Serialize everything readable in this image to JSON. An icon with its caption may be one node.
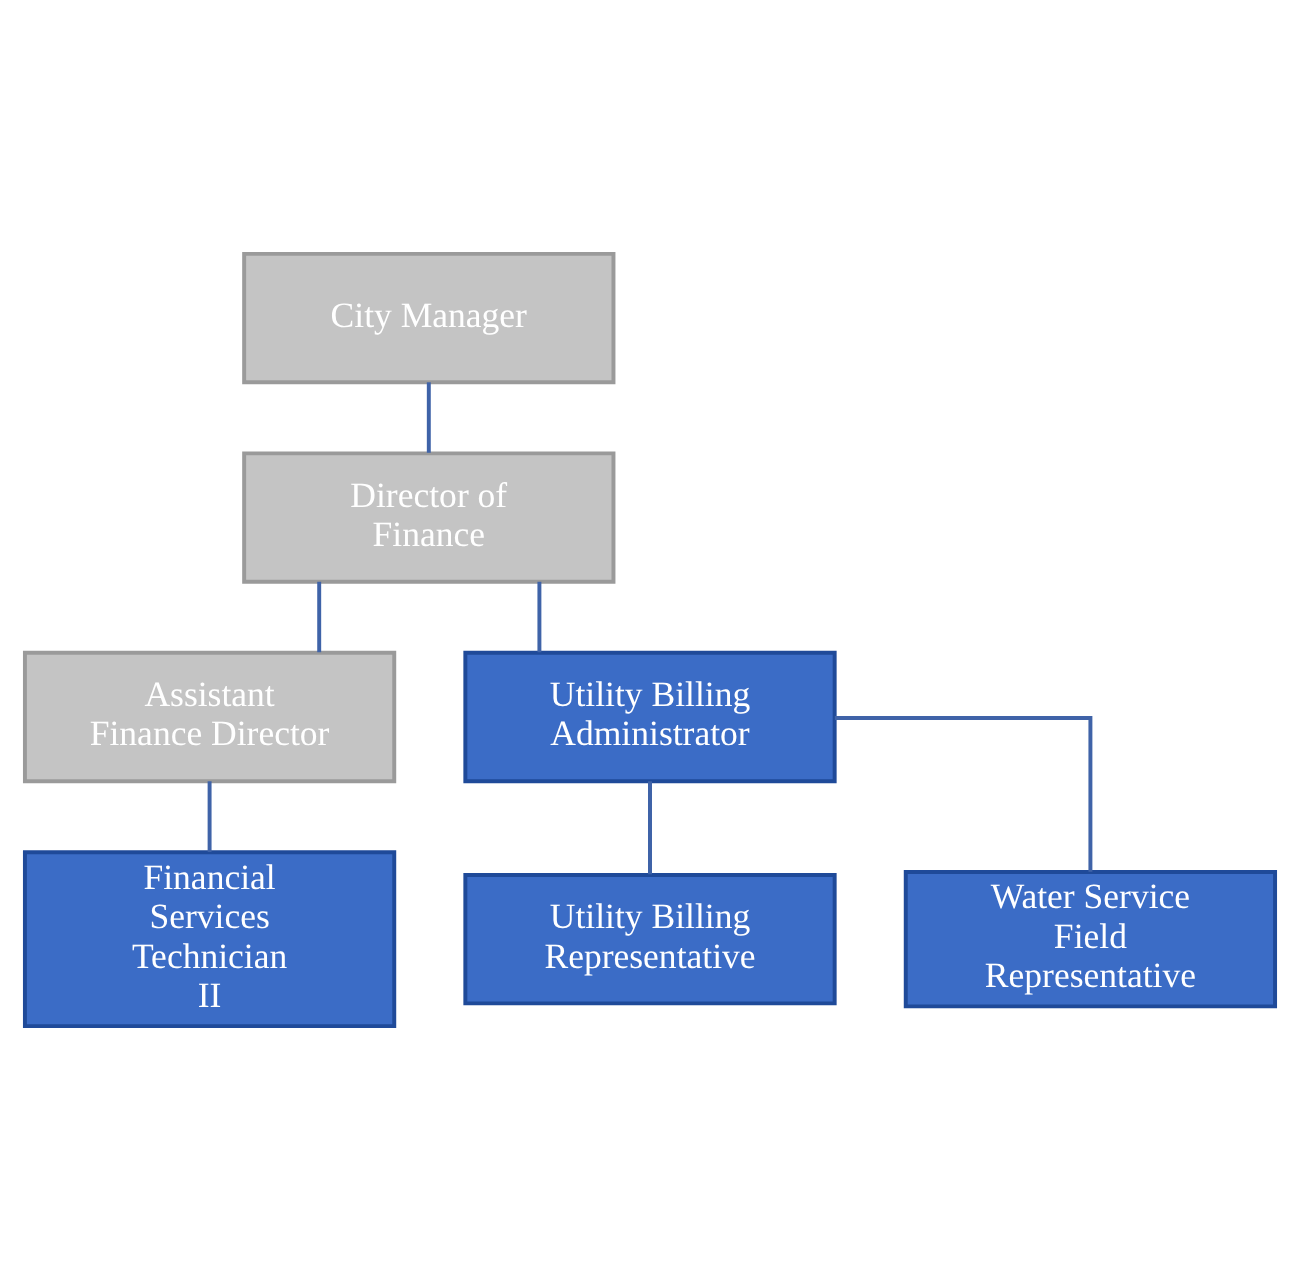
{
  "diagram": {
    "nodes": [
      {
        "text": [
          "City Manager"
        ]
      },
      {
        "text": [
          "Director of Finance"
        ]
      },
      {
        "text": [
          "Assistant Finance Director"
        ]
      },
      {
        "text": [
          "Utility Billing Administrator"
        ]
      },
      {
        "text": [
          "Financial Services Technician II"
        ]
      },
      {
        "text": [
          "Utility Billing Representative"
        ]
      },
      {
        "text": [
          "Water Service Field Representative"
        ]
      }
    ],
    "edges": [
      {
        "from": 0,
        "to": 1,
        "arrow": "none"
      },
      {
        "from": 1,
        "to": 2,
        "arrow": "none"
      },
      {
        "from": 1,
        "to": 3,
        "arrow": "none"
      },
      {
        "from": 2,
        "to": 4,
        "arrow": "none"
      },
      {
        "from": 3,
        "to": 5,
        "arrow": "none"
      },
      {
        "from": 3,
        "to": 6,
        "arrow": "none"
      }
    ]
  }
}
